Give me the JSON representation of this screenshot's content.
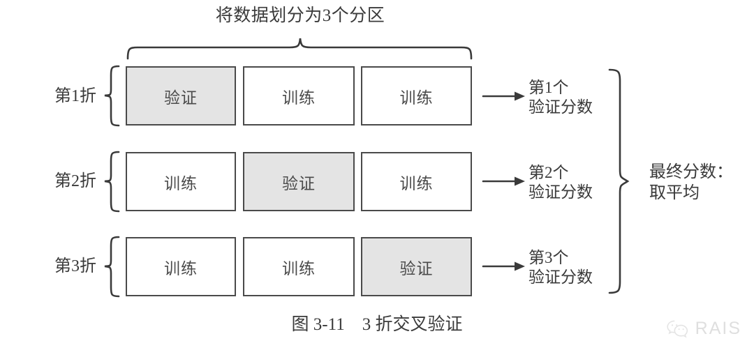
{
  "figure": {
    "top_title": "将数据划分为3个分区",
    "caption": "图 3-11　3 折交叉验证",
    "colors": {
      "stroke": "#4a4a4a",
      "text": "#3a3a3a",
      "validation_fill": "#e4e4e4",
      "training_fill": "#ffffff",
      "watermark": "#b9b9b9"
    }
  },
  "folds": [
    {
      "label": "第1折",
      "cells": [
        {
          "text": "验证",
          "role": "validation"
        },
        {
          "text": "训练",
          "role": "training"
        },
        {
          "text": "训练",
          "role": "training"
        }
      ],
      "score_line1": "第1个",
      "score_line2": "验证分数"
    },
    {
      "label": "第2折",
      "cells": [
        {
          "text": "训练",
          "role": "training"
        },
        {
          "text": "验证",
          "role": "validation"
        },
        {
          "text": "训练",
          "role": "training"
        }
      ],
      "score_line1": "第2个",
      "score_line2": "验证分数"
    },
    {
      "label": "第3折",
      "cells": [
        {
          "text": "训练",
          "role": "training"
        },
        {
          "text": "训练",
          "role": "training"
        },
        {
          "text": "验证",
          "role": "validation"
        }
      ],
      "score_line1": "第3个",
      "score_line2": "验证分数"
    }
  ],
  "final": {
    "line1": "最终分数：",
    "line2": "取平均"
  },
  "watermark": {
    "icon": "wechat-icon",
    "text": "RAIS"
  }
}
